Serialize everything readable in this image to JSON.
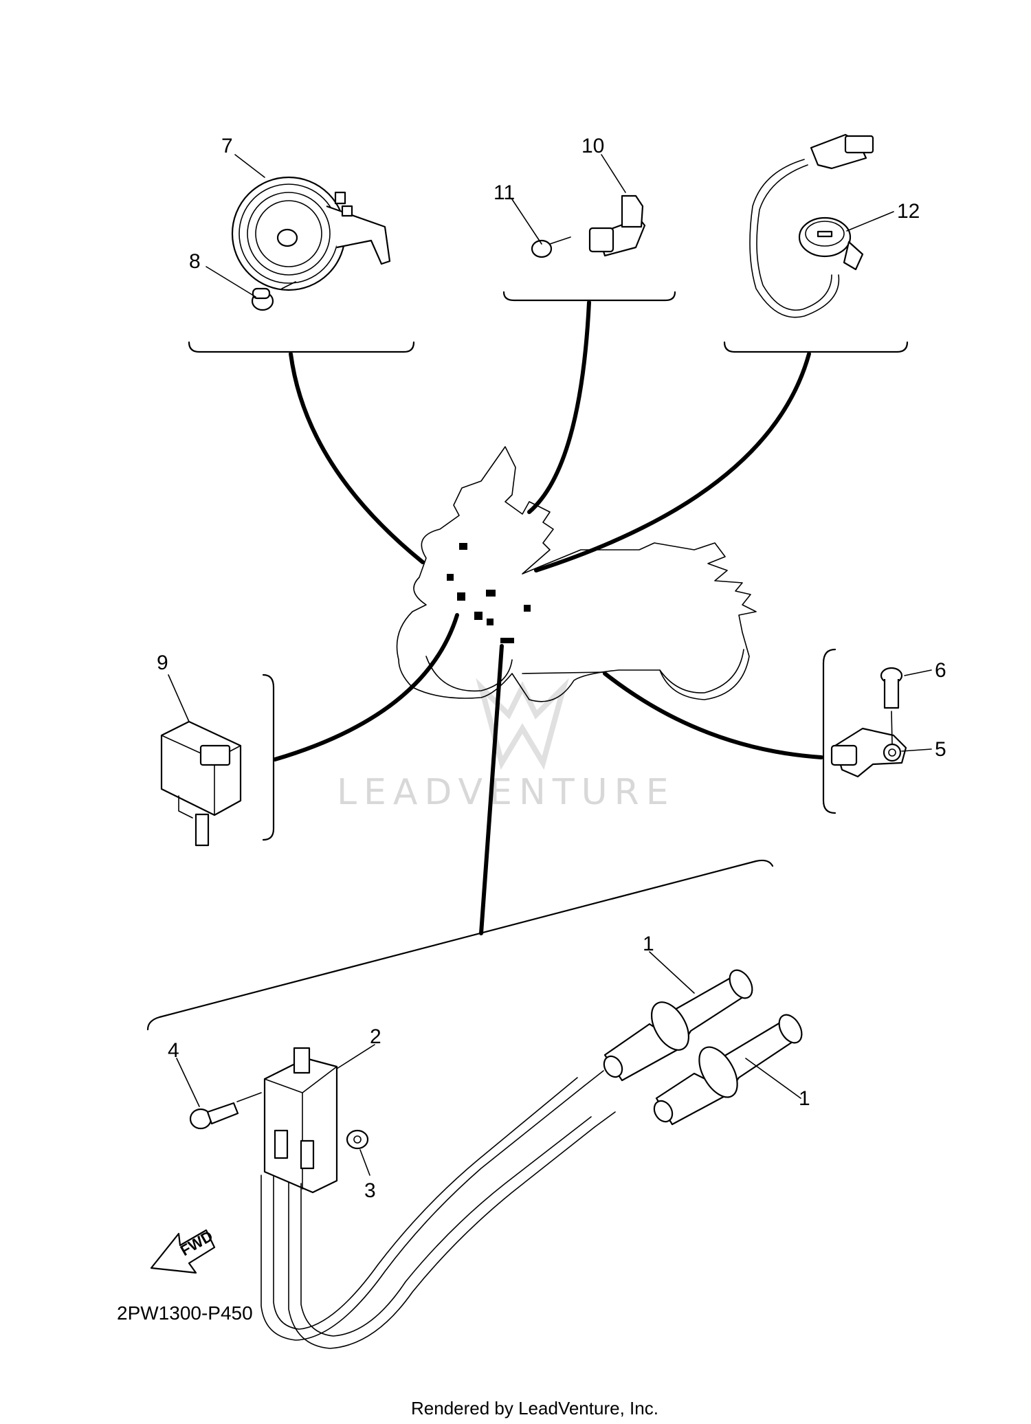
{
  "diagram": {
    "code": "2PW1300-P450",
    "fwd_label": "FWD",
    "watermark": "LEADVENTURE",
    "footer": "Rendered by LeadVenture, Inc."
  },
  "callouts": {
    "c1a": "1",
    "c1b": "1",
    "c2": "2",
    "c3": "3",
    "c4": "4",
    "c5": "5",
    "c6": "6",
    "c7": "7",
    "c8": "8",
    "c9": "9",
    "c10": "10",
    "c11": "11",
    "c12": "12"
  }
}
